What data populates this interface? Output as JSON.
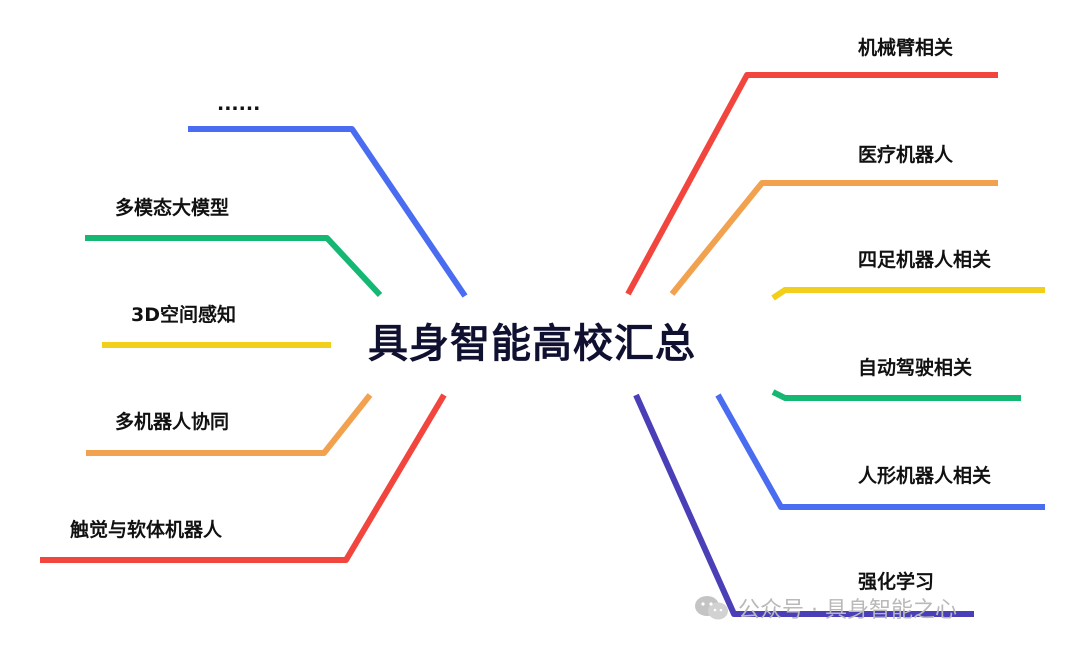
{
  "title": "具身智能高校汇总",
  "branches_left": [
    {
      "label": "......",
      "color": "#4a6cf0"
    },
    {
      "label": "多模态大模型",
      "color": "#15b872"
    },
    {
      "label": "3D空间感知",
      "color": "#f1cf1a"
    },
    {
      "label": "多机器人协同",
      "color": "#f2a24e"
    },
    {
      "label": "触觉与软体机器人",
      "color": "#f2453d"
    }
  ],
  "branches_right": [
    {
      "label": "机械臂相关",
      "color": "#f2453d"
    },
    {
      "label": "医疗机器人",
      "color": "#f2a24e"
    },
    {
      "label": "四足机器人相关",
      "color": "#f1cf1a"
    },
    {
      "label": "自动驾驶相关",
      "color": "#15b872"
    },
    {
      "label": "人形机器人相关",
      "color": "#4a6cf0"
    },
    {
      "label": "强化学习",
      "color": "#4b3fb8"
    }
  ],
  "watermark": {
    "text": "公众号 · 具身智能之心",
    "icon": "wechat-icon"
  }
}
